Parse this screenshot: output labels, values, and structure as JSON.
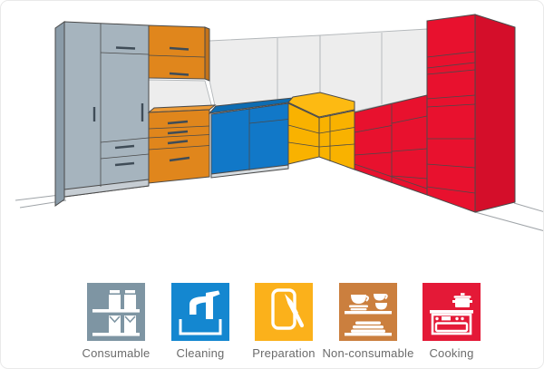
{
  "legend": {
    "label_color": "#6B6B6B",
    "items": [
      {
        "label": "Consumable",
        "color": "#7E95A3",
        "icon": "consumable-shelves-icon"
      },
      {
        "label": "Cleaning",
        "color": "#1487D0",
        "icon": "cleaning-faucet-icon"
      },
      {
        "label": "Preparation",
        "color": "#FBB11B",
        "icon": "preparation-cutting-board-icon"
      },
      {
        "label": "Non-consumable",
        "color": "#CB7F3E",
        "icon": "non-consumable-dishes-icon"
      },
      {
        "label": "Cooking",
        "color": "#E41937",
        "icon": "cooking-oven-icon"
      }
    ]
  },
  "kitchen": {
    "zones": [
      {
        "name": "consumable",
        "color": "#A6B4BE",
        "side_color": "#8A9BA8",
        "plinth_color": "#C6CDD3"
      },
      {
        "name": "non-consumable",
        "color": "#E0861C",
        "side_color": "#C3731A",
        "top_color": "#EC9A36"
      },
      {
        "name": "cleaning",
        "color": "#1178C8",
        "top_color": "#0D6CB2",
        "plinth_color": "#D5DBDF"
      },
      {
        "name": "preparation",
        "color": "#F9B200",
        "top_color": "#FDBA12"
      },
      {
        "name": "cooking",
        "color": "#E8112E",
        "side_color": "#D40E2A"
      }
    ],
    "wall_panel_color": "#EDEDED",
    "wall_panel_outline": "#B3B7BA",
    "outline_color": "#4A4A4A",
    "handle_color": "#3F4C57",
    "floor_line_color": "#9FA4A8"
  }
}
